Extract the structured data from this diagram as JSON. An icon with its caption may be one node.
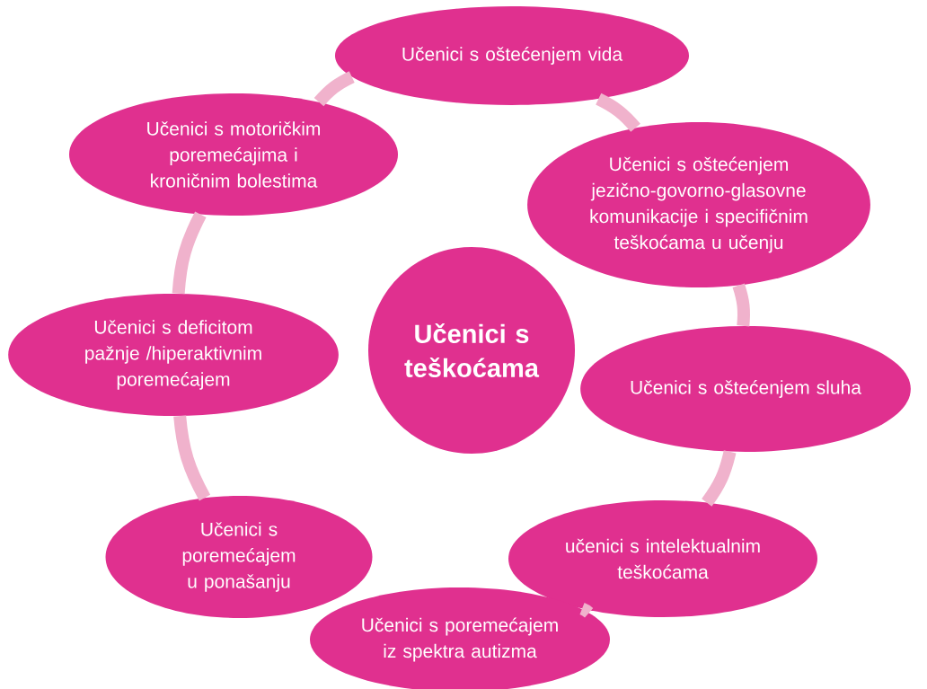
{
  "diagram": {
    "nodes": [
      {
        "text": [
          "Učenici s teškoćama"
        ]
      },
      {
        "text": [
          "Učenici s oštećenjem vida"
        ]
      },
      {
        "text": [
          "Učenici s oštećenjem jezično-govorno-glasovne komunikacije i specifičnim teškoćama u učenju"
        ]
      },
      {
        "text": [
          "Učenici s oštećenjem sluha"
        ]
      },
      {
        "text": [
          "učenici s intelektualnim teškoćama"
        ]
      },
      {
        "text": [
          "Učenici s poremećajem iz spektra autizma"
        ]
      },
      {
        "text": [
          "Učenici s poremećajem u ponašanju"
        ]
      },
      {
        "text": [
          "Učenici s deficitom pažnje /hiperaktivnim poremećajem"
        ]
      },
      {
        "text": [
          "Učenici s motoričkim poremećajima i kroničnim bolestima"
        ]
      }
    ],
    "edges": [
      {
        "from": 8,
        "to": 1,
        "arrow": "none"
      },
      {
        "from": 1,
        "to": 2,
        "arrow": "none"
      },
      {
        "from": 2,
        "to": 3,
        "arrow": "none"
      },
      {
        "from": 3,
        "to": 4,
        "arrow": "none"
      },
      {
        "from": 4,
        "to": 5,
        "arrow": "none"
      },
      {
        "from": 6,
        "to": 7,
        "arrow": "none"
      },
      {
        "from": 7,
        "to": 8,
        "arrow": "none"
      }
    ]
  }
}
